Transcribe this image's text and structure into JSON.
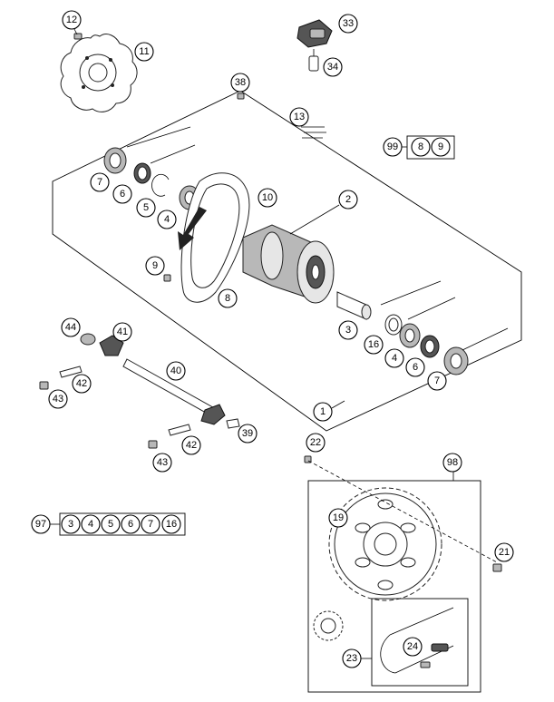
{
  "callouts": {
    "c12": "12",
    "c11": "11",
    "c33": "33",
    "c34": "34",
    "c38": "38",
    "c13": "13",
    "c99": "99",
    "c99_a": "8",
    "c99_b": "9",
    "c7a": "7",
    "c6a": "6",
    "c5a": "5",
    "c4a": "4",
    "c10": "10",
    "c2": "2",
    "c9": "9",
    "c8": "8",
    "c3": "3",
    "c16": "16",
    "c4b": "4",
    "c6b": "6",
    "c7b": "7",
    "c44": "44",
    "c41": "41",
    "c40": "40",
    "c42a": "42",
    "c43a": "43",
    "c39": "39",
    "c42b": "42",
    "c43b": "43",
    "c1": "1",
    "c22": "22",
    "c98": "98",
    "c19": "19",
    "c21": "21",
    "c23": "23",
    "c24": "24",
    "c97": "97",
    "c97_a": "3",
    "c97_b": "4",
    "c97_c": "5",
    "c97_d": "6",
    "c97_e": "7",
    "c97_f": "16"
  },
  "icons": {
    "rotation_arrow": "direction-arrow-icon"
  }
}
